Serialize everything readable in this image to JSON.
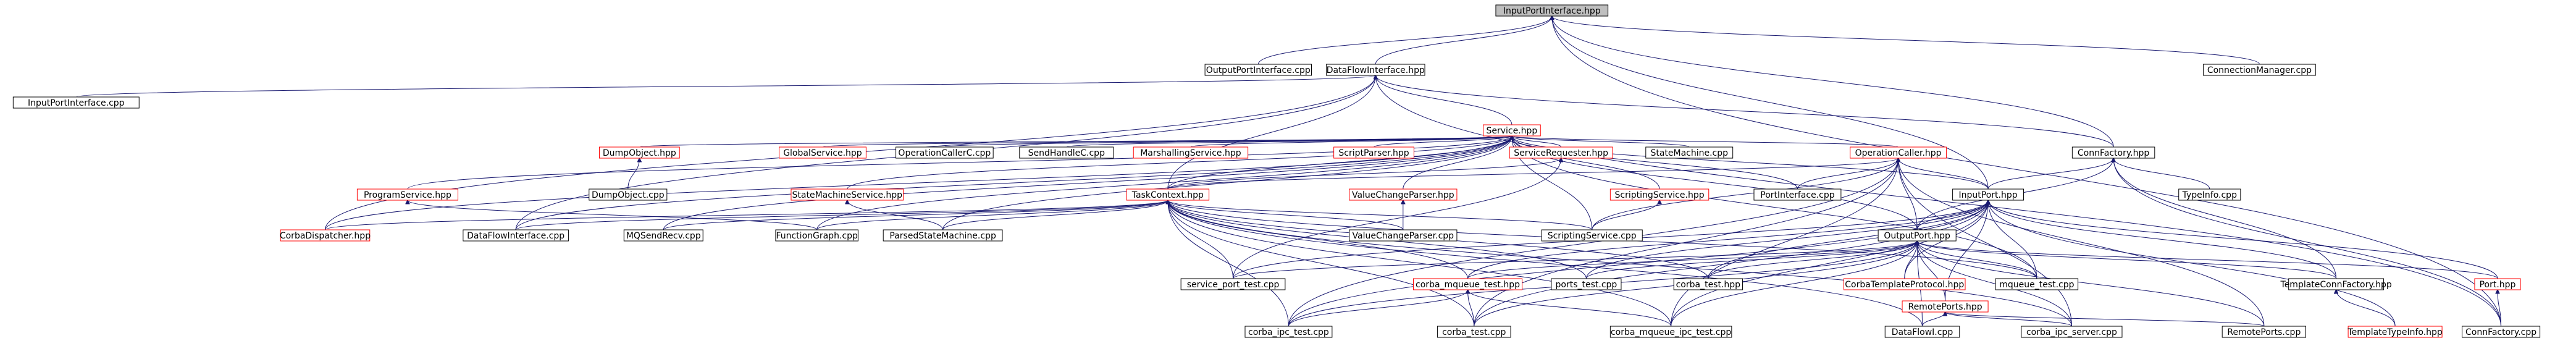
{
  "graph": {
    "root": "n_ipi",
    "edge_color": "#191970",
    "node_border_red": "#ff0000",
    "node_border_black": "#000000",
    "root_fill": "#bfbfbf",
    "nodes": [
      {
        "id": "n_ipi",
        "label": "InputPortInterface.hpp",
        "kind": "root"
      },
      {
        "id": "n_opicpp",
        "label": "OutputPortInterface.cpp",
        "kind": "black"
      },
      {
        "id": "n_dfi",
        "label": "DataFlowInterface.hpp",
        "kind": "black"
      },
      {
        "id": "n_connmgr",
        "label": "ConnectionManager.cpp",
        "kind": "black"
      },
      {
        "id": "n_ipicpp",
        "label": "InputPortInterface.cpp",
        "kind": "black"
      },
      {
        "id": "n_service",
        "label": "Service.hpp",
        "kind": "red"
      },
      {
        "id": "n_dumpobj",
        "label": "DumpObject.hpp",
        "kind": "red"
      },
      {
        "id": "n_globalsvc",
        "label": "GlobalService.hpp",
        "kind": "red"
      },
      {
        "id": "n_opcallerc",
        "label": "OperationCallerC.cpp",
        "kind": "black"
      },
      {
        "id": "n_sendhandlec",
        "label": "SendHandleC.cpp",
        "kind": "black"
      },
      {
        "id": "n_marshsvc",
        "label": "MarshallingService.hpp",
        "kind": "red"
      },
      {
        "id": "n_scriptparser",
        "label": "ScriptParser.hpp",
        "kind": "red"
      },
      {
        "id": "n_svcreq",
        "label": "ServiceRequester.hpp",
        "kind": "red"
      },
      {
        "id": "n_statemachine",
        "label": "StateMachine.cpp",
        "kind": "black"
      },
      {
        "id": "n_opcaller",
        "label": "OperationCaller.hpp",
        "kind": "red"
      },
      {
        "id": "n_connfactory",
        "label": "ConnFactory.hpp",
        "kind": "black"
      },
      {
        "id": "n_dumpobjcpp",
        "label": "DumpObject.cpp",
        "kind": "black"
      },
      {
        "id": "n_progsvc",
        "label": "ProgramService.hpp",
        "kind": "red"
      },
      {
        "id": "n_smsvc",
        "label": "StateMachineService.hpp",
        "kind": "red"
      },
      {
        "id": "n_taskctx",
        "label": "TaskContext.hpp",
        "kind": "red"
      },
      {
        "id": "n_vcparser",
        "label": "ValueChangeParser.hpp",
        "kind": "red"
      },
      {
        "id": "n_scriptsvc",
        "label": "ScriptingService.hpp",
        "kind": "red"
      },
      {
        "id": "n_portif",
        "label": "PortInterface.cpp",
        "kind": "black"
      },
      {
        "id": "n_inputport",
        "label": "InputPort.hpp",
        "kind": "black"
      },
      {
        "id": "n_typeinfo",
        "label": "TypeInfo.cpp",
        "kind": "black"
      },
      {
        "id": "n_corbadisp",
        "label": "CorbaDispatcher.hpp",
        "kind": "red"
      },
      {
        "id": "n_dficpp",
        "label": "DataFlowInterface.cpp",
        "kind": "black"
      },
      {
        "id": "n_mqsend",
        "label": "MQSendRecv.cpp",
        "kind": "black"
      },
      {
        "id": "n_fgraph",
        "label": "FunctionGraph.cpp",
        "kind": "black"
      },
      {
        "id": "n_psm",
        "label": "ParsedStateMachine.cpp",
        "kind": "black"
      },
      {
        "id": "n_vcparsercpp",
        "label": "ValueChangeParser.cpp",
        "kind": "black"
      },
      {
        "id": "n_scriptsvccpp",
        "label": "ScriptingService.cpp",
        "kind": "black"
      },
      {
        "id": "n_outputport",
        "label": "OutputPort.hpp",
        "kind": "black"
      },
      {
        "id": "n_svcporttest",
        "label": "service_port_test.cpp",
        "kind": "black"
      },
      {
        "id": "n_corbamqtest",
        "label": "corba_mqueue_test.hpp",
        "kind": "red"
      },
      {
        "id": "n_portstest",
        "label": "ports_test.cpp",
        "kind": "black"
      },
      {
        "id": "n_corbatesthpp",
        "label": "corba_test.hpp",
        "kind": "black"
      },
      {
        "id": "n_corbatplproto",
        "label": "CorbaTemplateProtocol.hpp",
        "kind": "red"
      },
      {
        "id": "n_mqueuetest",
        "label": "mqueue_test.cpp",
        "kind": "black"
      },
      {
        "id": "n_tplconnfac",
        "label": "TemplateConnFactory.hpp",
        "kind": "black"
      },
      {
        "id": "n_porthpp",
        "label": "Port.hpp",
        "kind": "red"
      },
      {
        "id": "n_remoteports",
        "label": "RemotePorts.hpp",
        "kind": "red"
      },
      {
        "id": "n_corbaipc",
        "label": "corba_ipc_test.cpp",
        "kind": "black"
      },
      {
        "id": "n_corbatestcpp",
        "label": "corba_test.cpp",
        "kind": "black"
      },
      {
        "id": "n_corbamqipc",
        "label": "corba_mqueue_ipc_test.cpp",
        "kind": "black"
      },
      {
        "id": "n_dataflowi",
        "label": "DataFlowI.cpp",
        "kind": "black"
      },
      {
        "id": "n_corbaipcsrv",
        "label": "corba_ipc_server.cpp",
        "kind": "black"
      },
      {
        "id": "n_remoteportscpp",
        "label": "RemotePorts.cpp",
        "kind": "black"
      },
      {
        "id": "n_tpltypeinfo",
        "label": "TemplateTypeInfo.hpp",
        "kind": "red"
      },
      {
        "id": "n_connfactorycpp",
        "label": "ConnFactory.cpp",
        "kind": "black"
      }
    ],
    "edges": [
      [
        "n_opicpp",
        "n_ipi"
      ],
      [
        "n_dfi",
        "n_ipi"
      ],
      [
        "n_connmgr",
        "n_ipi"
      ],
      [
        "n_inputport",
        "n_ipi"
      ],
      [
        "n_connfactory",
        "n_ipi"
      ],
      [
        "n_connfactorycpp",
        "n_ipi"
      ],
      [
        "n_ipicpp",
        "n_dfi"
      ],
      [
        "n_service",
        "n_dfi"
      ],
      [
        "n_dficpp",
        "n_dfi"
      ],
      [
        "n_corbadisp",
        "n_dfi"
      ],
      [
        "n_taskctx",
        "n_dfi"
      ],
      [
        "n_connfactory",
        "n_dfi"
      ],
      [
        "n_connfactorycpp",
        "n_dfi"
      ],
      [
        "n_dumpobj",
        "n_service"
      ],
      [
        "n_globalsvc",
        "n_service"
      ],
      [
        "n_opcallerc",
        "n_service"
      ],
      [
        "n_sendhandlec",
        "n_service"
      ],
      [
        "n_marshsvc",
        "n_service"
      ],
      [
        "n_scriptparser",
        "n_service"
      ],
      [
        "n_svcreq",
        "n_service"
      ],
      [
        "n_statemachine",
        "n_service"
      ],
      [
        "n_opcaller",
        "n_service"
      ],
      [
        "n_progsvc",
        "n_service"
      ],
      [
        "n_smsvc",
        "n_service"
      ],
      [
        "n_taskctx",
        "n_service"
      ],
      [
        "n_vcparser",
        "n_service"
      ],
      [
        "n_scriptsvc",
        "n_service"
      ],
      [
        "n_portif",
        "n_service"
      ],
      [
        "n_inputport",
        "n_service"
      ],
      [
        "n_outputport",
        "n_service"
      ],
      [
        "n_mqsend",
        "n_service"
      ],
      [
        "n_fgraph",
        "n_service"
      ],
      [
        "n_psm",
        "n_service"
      ],
      [
        "n_scriptsvccpp",
        "n_service"
      ],
      [
        "n_dficpp",
        "n_service"
      ],
      [
        "n_corbadisp",
        "n_service"
      ],
      [
        "n_mqueuetest",
        "n_service"
      ],
      [
        "n_dumpobjcpp",
        "n_dumpobj"
      ],
      [
        "n_taskctx",
        "n_svcreq"
      ],
      [
        "n_svcporttest",
        "n_svcreq"
      ],
      [
        "n_taskctx",
        "n_opcaller"
      ],
      [
        "n_portif",
        "n_opcaller"
      ],
      [
        "n_inputport",
        "n_opcaller"
      ],
      [
        "n_outputport",
        "n_opcaller"
      ],
      [
        "n_scriptsvccpp",
        "n_opcaller"
      ],
      [
        "n_corbaipc",
        "n_opcaller"
      ],
      [
        "n_corbatestcpp",
        "n_opcaller"
      ],
      [
        "n_corbamqipc",
        "n_opcaller"
      ],
      [
        "n_corbaipcsrv",
        "n_opcaller"
      ],
      [
        "n_remoteportscpp",
        "n_opcaller"
      ],
      [
        "n_inputport",
        "n_connfactory"
      ],
      [
        "n_outputport",
        "n_connfactory"
      ],
      [
        "n_typeinfo",
        "n_connfactory"
      ],
      [
        "n_tplconnfac",
        "n_connfactory"
      ],
      [
        "n_connfactorycpp",
        "n_connfactory"
      ],
      [
        "n_fgraph",
        "n_progsvc"
      ],
      [
        "n_psm",
        "n_smsvc"
      ],
      [
        "n_corbadisp",
        "n_taskctx"
      ],
      [
        "n_dficpp",
        "n_taskctx"
      ],
      [
        "n_mqsend",
        "n_taskctx"
      ],
      [
        "n_fgraph",
        "n_taskctx"
      ],
      [
        "n_psm",
        "n_taskctx"
      ],
      [
        "n_vcparsercpp",
        "n_taskctx"
      ],
      [
        "n_scriptsvccpp",
        "n_taskctx"
      ],
      [
        "n_svcporttest",
        "n_taskctx"
      ],
      [
        "n_corbamqtest",
        "n_taskctx"
      ],
      [
        "n_portstest",
        "n_taskctx"
      ],
      [
        "n_corbatesthpp",
        "n_taskctx"
      ],
      [
        "n_corbaipc",
        "n_taskctx"
      ],
      [
        "n_corbatestcpp",
        "n_taskctx"
      ],
      [
        "n_corbamqipc",
        "n_taskctx"
      ],
      [
        "n_corbaipcsrv",
        "n_taskctx"
      ],
      [
        "n_mqueuetest",
        "n_taskctx"
      ],
      [
        "n_dataflowi",
        "n_taskctx"
      ],
      [
        "n_vcparsercpp",
        "n_vcparser"
      ],
      [
        "n_scriptsvccpp",
        "n_scriptsvc"
      ],
      [
        "n_outputport",
        "n_inputport"
      ],
      [
        "n_portstest",
        "n_inputport"
      ],
      [
        "n_corbatesthpp",
        "n_inputport"
      ],
      [
        "n_corbatplproto",
        "n_inputport"
      ],
      [
        "n_mqueuetest",
        "n_inputport"
      ],
      [
        "n_tplconnfac",
        "n_inputport"
      ],
      [
        "n_porthpp",
        "n_inputport"
      ],
      [
        "n_remoteports",
        "n_inputport"
      ],
      [
        "n_svcporttest",
        "n_inputport"
      ],
      [
        "n_corbamqtest",
        "n_inputport"
      ],
      [
        "n_corbaipc",
        "n_inputport"
      ],
      [
        "n_corbatestcpp",
        "n_inputport"
      ],
      [
        "n_corbamqipc",
        "n_inputport"
      ],
      [
        "n_tpltypeinfo",
        "n_inputport"
      ],
      [
        "n_portstest",
        "n_outputport"
      ],
      [
        "n_corbatesthpp",
        "n_outputport"
      ],
      [
        "n_corbatplproto",
        "n_outputport"
      ],
      [
        "n_mqueuetest",
        "n_outputport"
      ],
      [
        "n_tplconnfac",
        "n_outputport"
      ],
      [
        "n_porthpp",
        "n_outputport"
      ],
      [
        "n_remoteports",
        "n_outputport"
      ],
      [
        "n_svcporttest",
        "n_outputport"
      ],
      [
        "n_corbamqtest",
        "n_outputport"
      ],
      [
        "n_corbaipc",
        "n_outputport"
      ],
      [
        "n_corbatestcpp",
        "n_outputport"
      ],
      [
        "n_corbamqipc",
        "n_outputport"
      ],
      [
        "n_dataflowi",
        "n_outputport"
      ],
      [
        "n_corbaipcsrv",
        "n_outputport"
      ],
      [
        "n_remoteportscpp",
        "n_outputport"
      ],
      [
        "n_corbaipc",
        "n_corbamqtest"
      ],
      [
        "n_corbatestcpp",
        "n_corbamqtest"
      ],
      [
        "n_corbamqipc",
        "n_corbamqtest"
      ],
      [
        "n_dataflowi",
        "n_remoteports"
      ],
      [
        "n_corbaipcsrv",
        "n_remoteports"
      ],
      [
        "n_remoteportscpp",
        "n_remoteports"
      ],
      [
        "n_tpltypeinfo",
        "n_tplconnfac"
      ],
      [
        "n_connfactorycpp",
        "n_porthpp"
      ]
    ]
  }
}
